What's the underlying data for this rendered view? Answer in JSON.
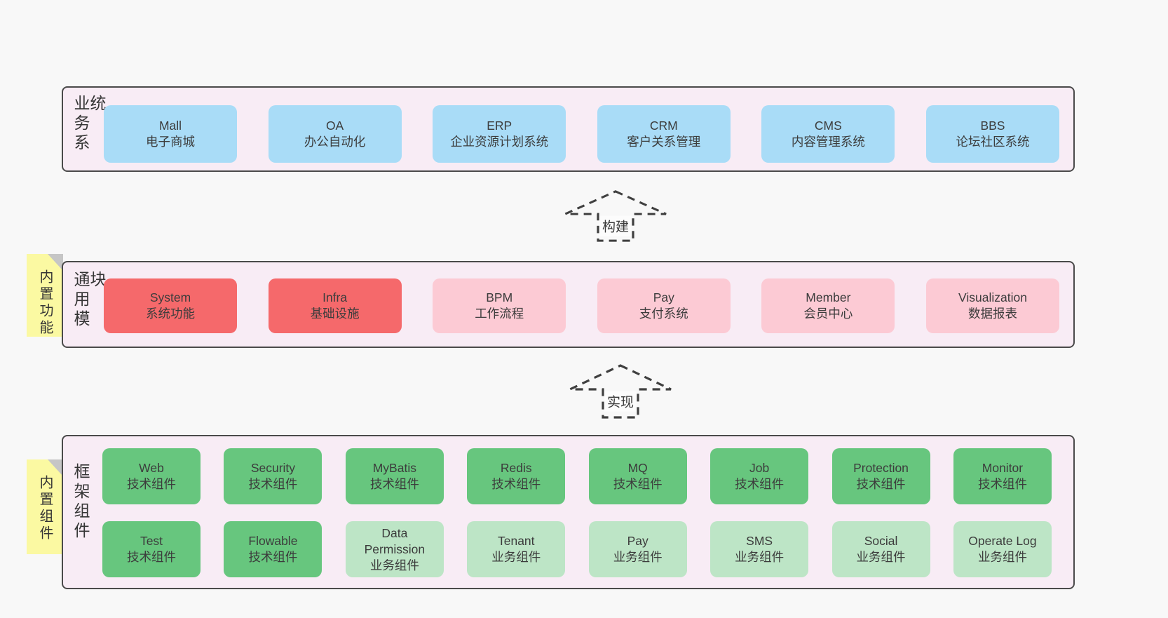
{
  "colors": {
    "page-bg": "#f8f8f8",
    "panel-bg": "#f8ecf5",
    "line": "#4a4a4a",
    "text": "#3c3c3c",
    "blue": "#a9dcf7",
    "red": "#f5696b",
    "pink": "#fccad4",
    "green": "#67c67e",
    "lgreen": "#bde5c6",
    "tab-yellow": "#fbf9a2",
    "fold-gray": "#c6c6c6",
    "label-bg": "#fcfcfc"
  },
  "arrows": [
    {
      "label": "构建"
    },
    {
      "label": "实现"
    }
  ],
  "sections": {
    "business": {
      "label": "业务系统",
      "boxes": [
        {
          "name": "Mall",
          "desc": "电子商城",
          "variant": "blue"
        },
        {
          "name": "OA",
          "desc": "办公自动化",
          "variant": "blue"
        },
        {
          "name": "ERP",
          "desc": "企业资源计划系统",
          "variant": "blue"
        },
        {
          "name": "CRM",
          "desc": "客户关系管理",
          "variant": "blue"
        },
        {
          "name": "CMS",
          "desc": "内容管理系统",
          "variant": "blue"
        },
        {
          "name": "BBS",
          "desc": "论坛社区系统",
          "variant": "blue"
        }
      ]
    },
    "modules": {
      "label": "通用模块",
      "tab": "内置功能",
      "boxes": [
        {
          "name": "System",
          "desc": "系统功能",
          "variant": "red"
        },
        {
          "name": "Infra",
          "desc": "基础设施",
          "variant": "red"
        },
        {
          "name": "BPM",
          "desc": "工作流程",
          "variant": "pink"
        },
        {
          "name": "Pay",
          "desc": "支付系统",
          "variant": "pink"
        },
        {
          "name": "Member",
          "desc": "会员中心",
          "variant": "pink"
        },
        {
          "name": "Visualization",
          "desc": "数据报表",
          "variant": "pink"
        }
      ]
    },
    "framework": {
      "label": "框架组件",
      "tab": "内置组件",
      "row1": [
        {
          "name": "Web",
          "desc": "技术组件",
          "variant": "green"
        },
        {
          "name": "Security",
          "desc": "技术组件",
          "variant": "green"
        },
        {
          "name": "MyBatis",
          "desc": "技术组件",
          "variant": "green"
        },
        {
          "name": "Redis",
          "desc": "技术组件",
          "variant": "green"
        },
        {
          "name": "MQ",
          "desc": "技术组件",
          "variant": "green"
        },
        {
          "name": "Job",
          "desc": "技术组件",
          "variant": "green"
        },
        {
          "name": "Protection",
          "desc": "技术组件",
          "variant": "green"
        },
        {
          "name": "Monitor",
          "desc": "技术组件",
          "variant": "green"
        }
      ],
      "row2": [
        {
          "name": "Test",
          "desc": "技术组件",
          "variant": "green"
        },
        {
          "name": "Flowable",
          "desc": "技术组件",
          "variant": "green"
        },
        {
          "name": "Data Permission",
          "desc": "业务组件",
          "variant": "lgreen"
        },
        {
          "name": "Tenant",
          "desc": "业务组件",
          "variant": "lgreen"
        },
        {
          "name": "Pay",
          "desc": "业务组件",
          "variant": "lgreen"
        },
        {
          "name": "SMS",
          "desc": "业务组件",
          "variant": "lgreen"
        },
        {
          "name": "Social",
          "desc": "业务组件",
          "variant": "lgreen"
        },
        {
          "name": "Operate Log",
          "desc": "业务组件",
          "variant": "lgreen"
        }
      ]
    }
  }
}
